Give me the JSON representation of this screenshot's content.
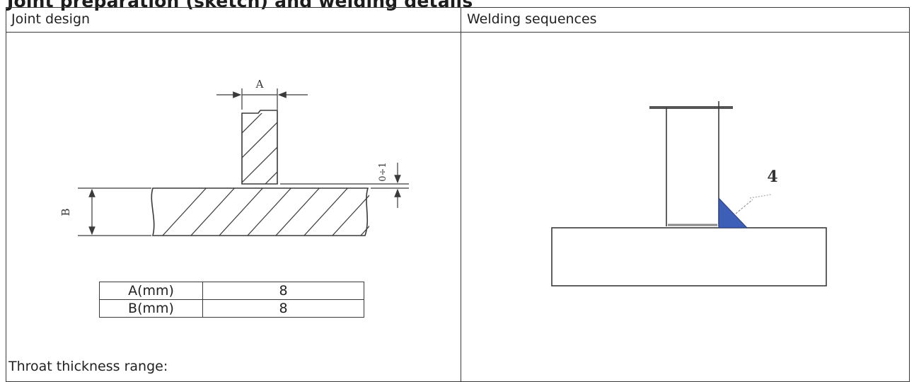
{
  "title": "Joint preparation (sketch) and welding details",
  "columns": {
    "joint_design": "Joint design",
    "welding_sequences": "Welding sequences"
  },
  "joint_sketch": {
    "label_a": "A",
    "label_b": "B",
    "gap_label": "0÷1"
  },
  "sequence_sketch": {
    "pass_number": "4",
    "weld_color": "#3d5fb8"
  },
  "dimensions_table": [
    {
      "param": "A(mm)",
      "value": "8"
    },
    {
      "param": "B(mm)",
      "value": "8"
    }
  ],
  "throat_label": "Throat thickness range:"
}
